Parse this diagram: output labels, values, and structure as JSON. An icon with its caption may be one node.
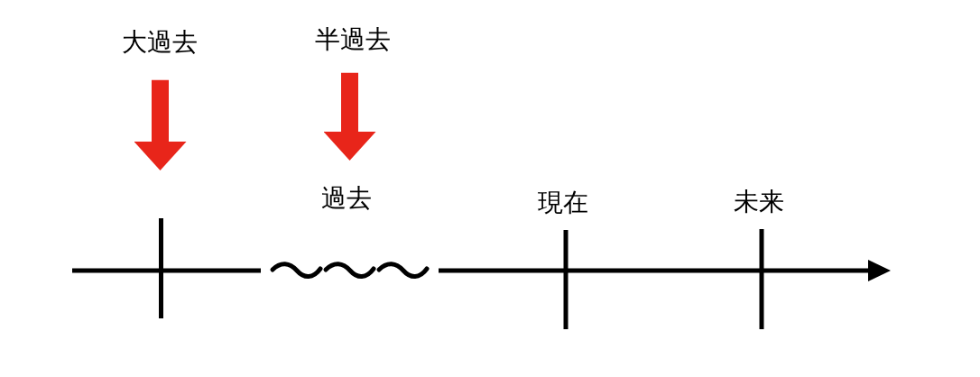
{
  "diagram": {
    "nodes": [
      {
        "text": [
          "大過去"
        ]
      },
      {
        "text": [
          "半過去"
        ]
      },
      {
        "text": [
          "過去"
        ]
      },
      {
        "text": [],
        "shape": "bar"
      }
    ],
    "edges": [
      {
        "from": 0,
        "to": 3,
        "arrow": "to",
        "color": "#e8251a"
      },
      {
        "from": 1,
        "to": 2,
        "arrow": "to",
        "color": "#e8251a"
      }
    ],
    "labels": [
      "現在",
      "未来"
    ]
  }
}
